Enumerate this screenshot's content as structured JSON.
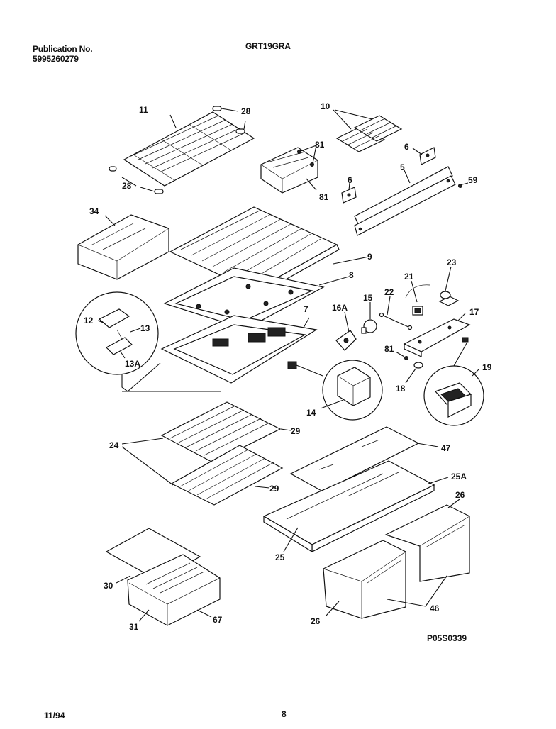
{
  "header": {
    "publication_label": "Publication No.",
    "publication_number": "5995260279",
    "model": "GRT19GRA"
  },
  "footer": {
    "date": "11/94",
    "page": "8"
  },
  "diagram_code": "P05S0339",
  "callouts": {
    "c11": "11",
    "c28a": "28",
    "c28b": "28",
    "c10": "10",
    "c81a": "81",
    "c81b": "81",
    "c6a": "6",
    "c6b": "6",
    "c5": "5",
    "c59": "59",
    "c34": "34",
    "c9": "9",
    "c8": "8",
    "c23": "23",
    "c21": "21",
    "c22": "22",
    "c15": "15",
    "c16a": "16A",
    "c7": "7",
    "c12": "12",
    "c13": "13",
    "c13a": "13A",
    "c17": "17",
    "c81c": "81",
    "c19": "19",
    "c18": "18",
    "c14": "14",
    "c29a": "29",
    "c24": "24",
    "c47": "47",
    "c29b": "29",
    "c25a": "25A",
    "c26a": "26",
    "c25": "25",
    "c30": "30",
    "c46": "46",
    "c31": "31",
    "c67": "67",
    "c26b": "26"
  }
}
